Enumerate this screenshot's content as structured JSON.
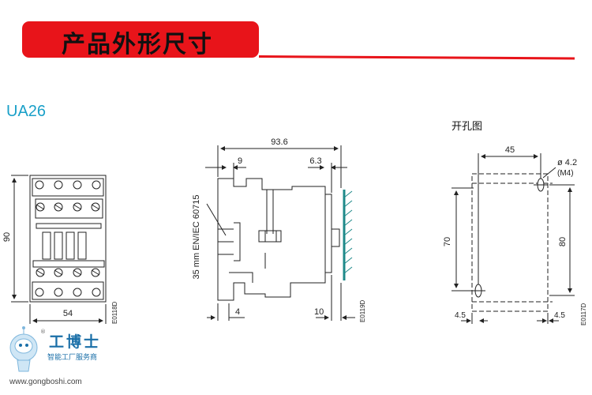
{
  "header": {
    "title": "产品外形尺寸",
    "accent_color": "#e8141a"
  },
  "model": "UA26",
  "front_view": {
    "height_label": "90",
    "width_label": "54",
    "code": "E0118D"
  },
  "side_view": {
    "depth_label": "93.6",
    "dim_9": "9",
    "dim_6_3": "6.3",
    "rail_label": "35 mm EN/IEC 60715",
    "dim_4": "4",
    "dim_10": "10",
    "code": "E0119D"
  },
  "mounting": {
    "title": "开孔图",
    "hole_spacing": "45",
    "hole_dia": "ø 4.2",
    "screw": "(M4)",
    "vertical_70": "70",
    "vertical_80": "80",
    "margin_left": "4.5",
    "margin_right": "4.5",
    "code": "E0117D"
  },
  "watermark": {
    "name": "工博士",
    "subtitle": "智能工厂服务商",
    "url": "www.gongboshi.com",
    "brand_color": "#1a6fa8"
  }
}
